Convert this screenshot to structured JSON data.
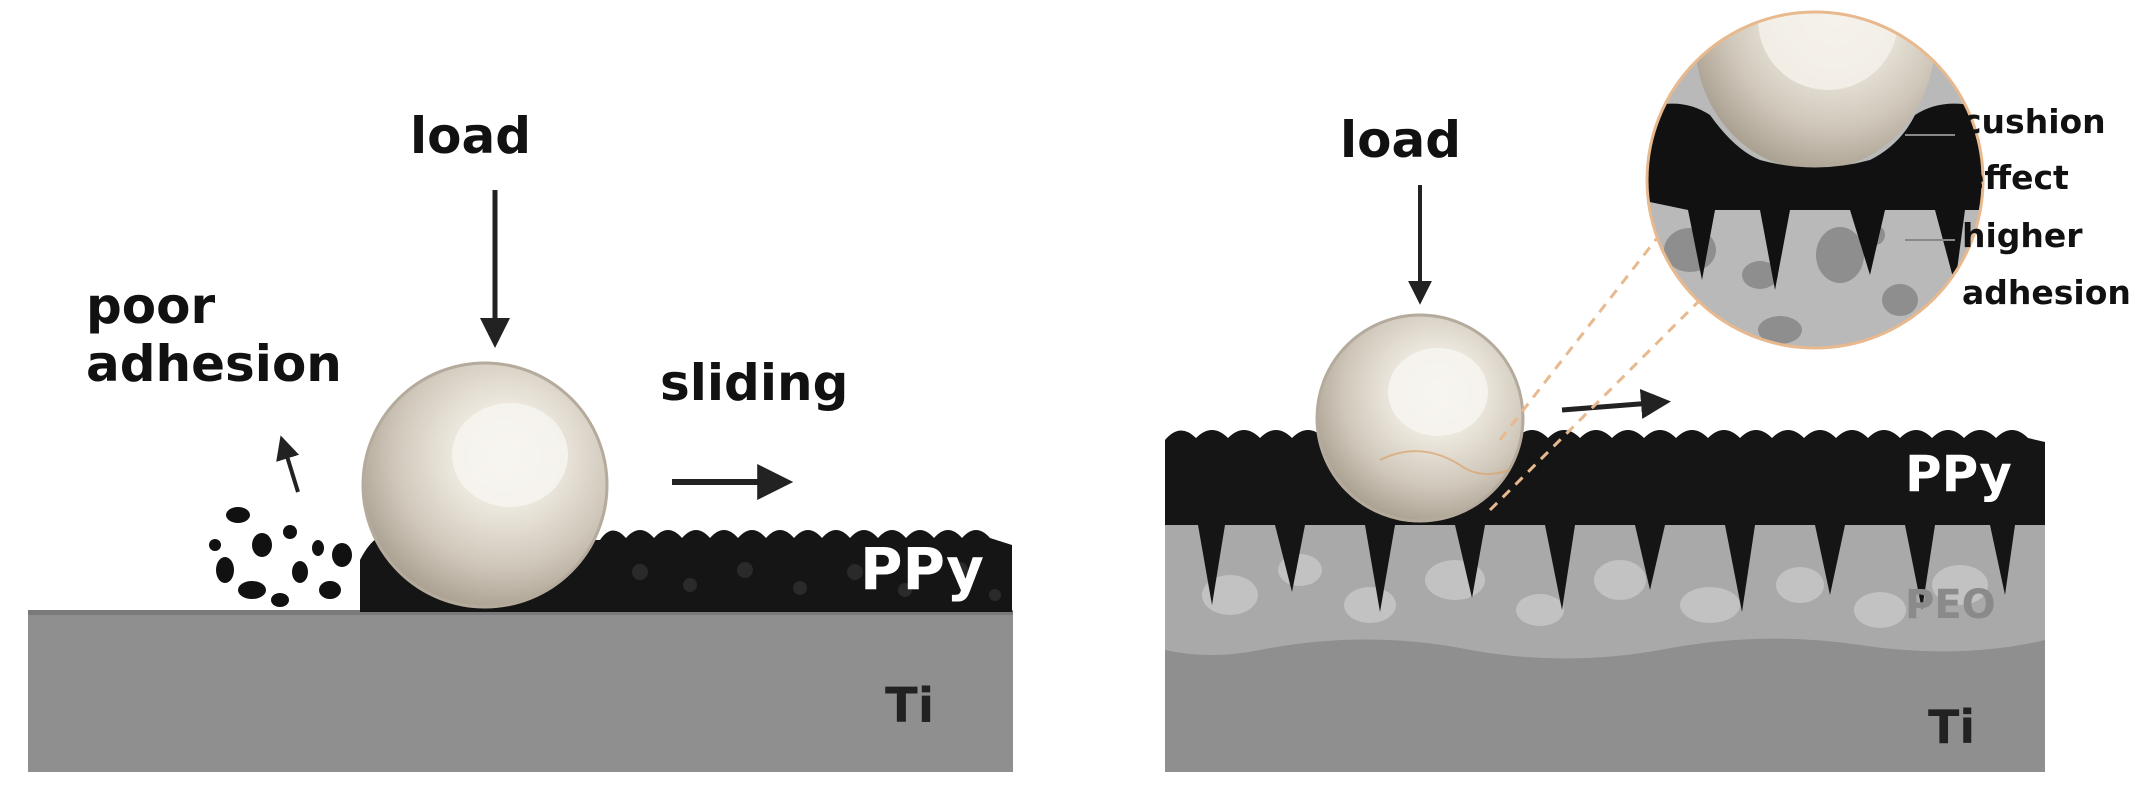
{
  "left_panel": {
    "load_label": "load",
    "sliding_label": "sliding",
    "poor_adhesion_label": [
      "poor",
      "adhesion"
    ],
    "ppy_label": "PPy",
    "ti_label": "Ti"
  },
  "right_panel": {
    "load_label": "load",
    "ppy_label": "PPy",
    "peo_label": "PEO",
    "ti_label": "Ti",
    "cushion_label": [
      "cushion",
      "effect"
    ],
    "adhesion_label": [
      "higher",
      "adhesion"
    ]
  },
  "colors": {
    "substrate": "#8f8f8f",
    "peo": "#a9a9a9",
    "ppy": "#151515",
    "ball": "#d3cdc3",
    "zoom_outline": "#e8b98e"
  }
}
